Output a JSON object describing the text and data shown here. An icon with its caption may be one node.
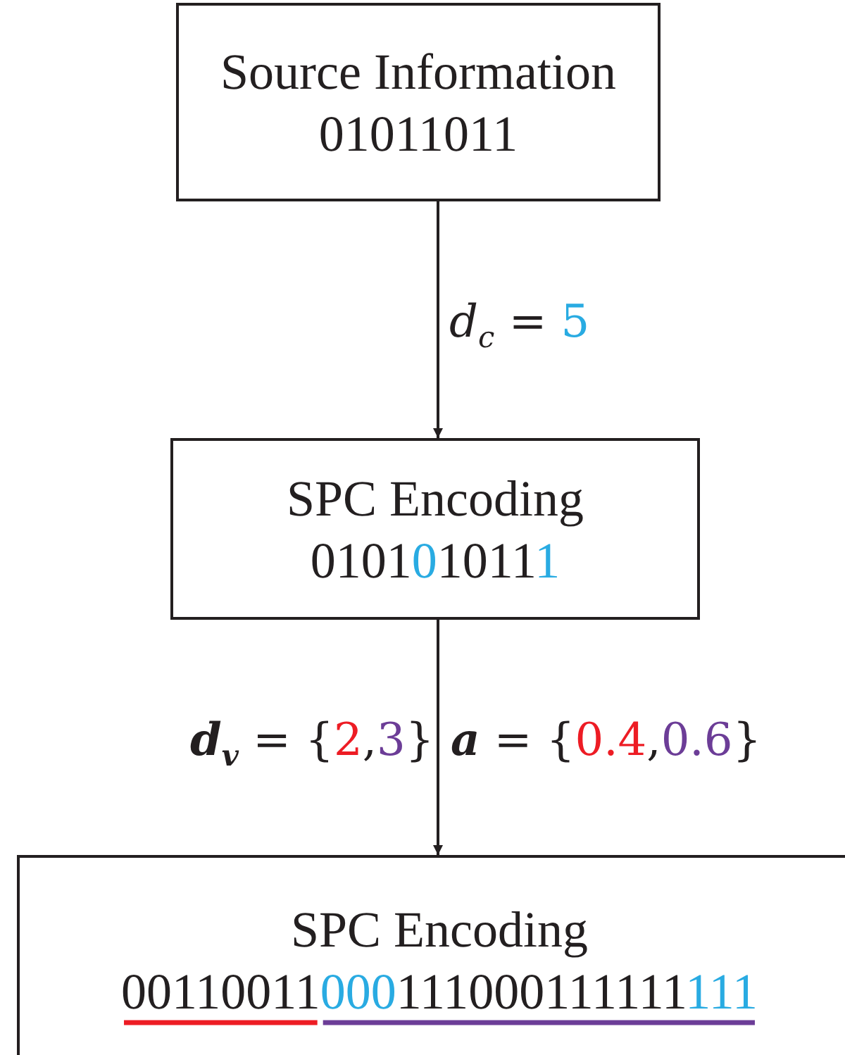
{
  "diagram": {
    "nodes": [
      {
        "text": [
          "Source Information",
          "01011011"
        ]
      },
      {
        "text": [
          "SPC Encoding",
          "0101010111"
        ]
      },
      {
        "text": [
          "SPC Encoding",
          "00110011000111000111111111"
        ]
      }
    ],
    "edges": [
      {
        "from": 0,
        "to": 1,
        "arrow": "to",
        "label": "*d*$_{c}$ = 5"
      },
      {
        "from": 1,
        "to": 2,
        "arrow": "to",
        "label": "**d**$_{v}$ = {2,3}"
      }
    ],
    "labels": [
      "**a** = {0.4,0.6}"
    ]
  }
}
